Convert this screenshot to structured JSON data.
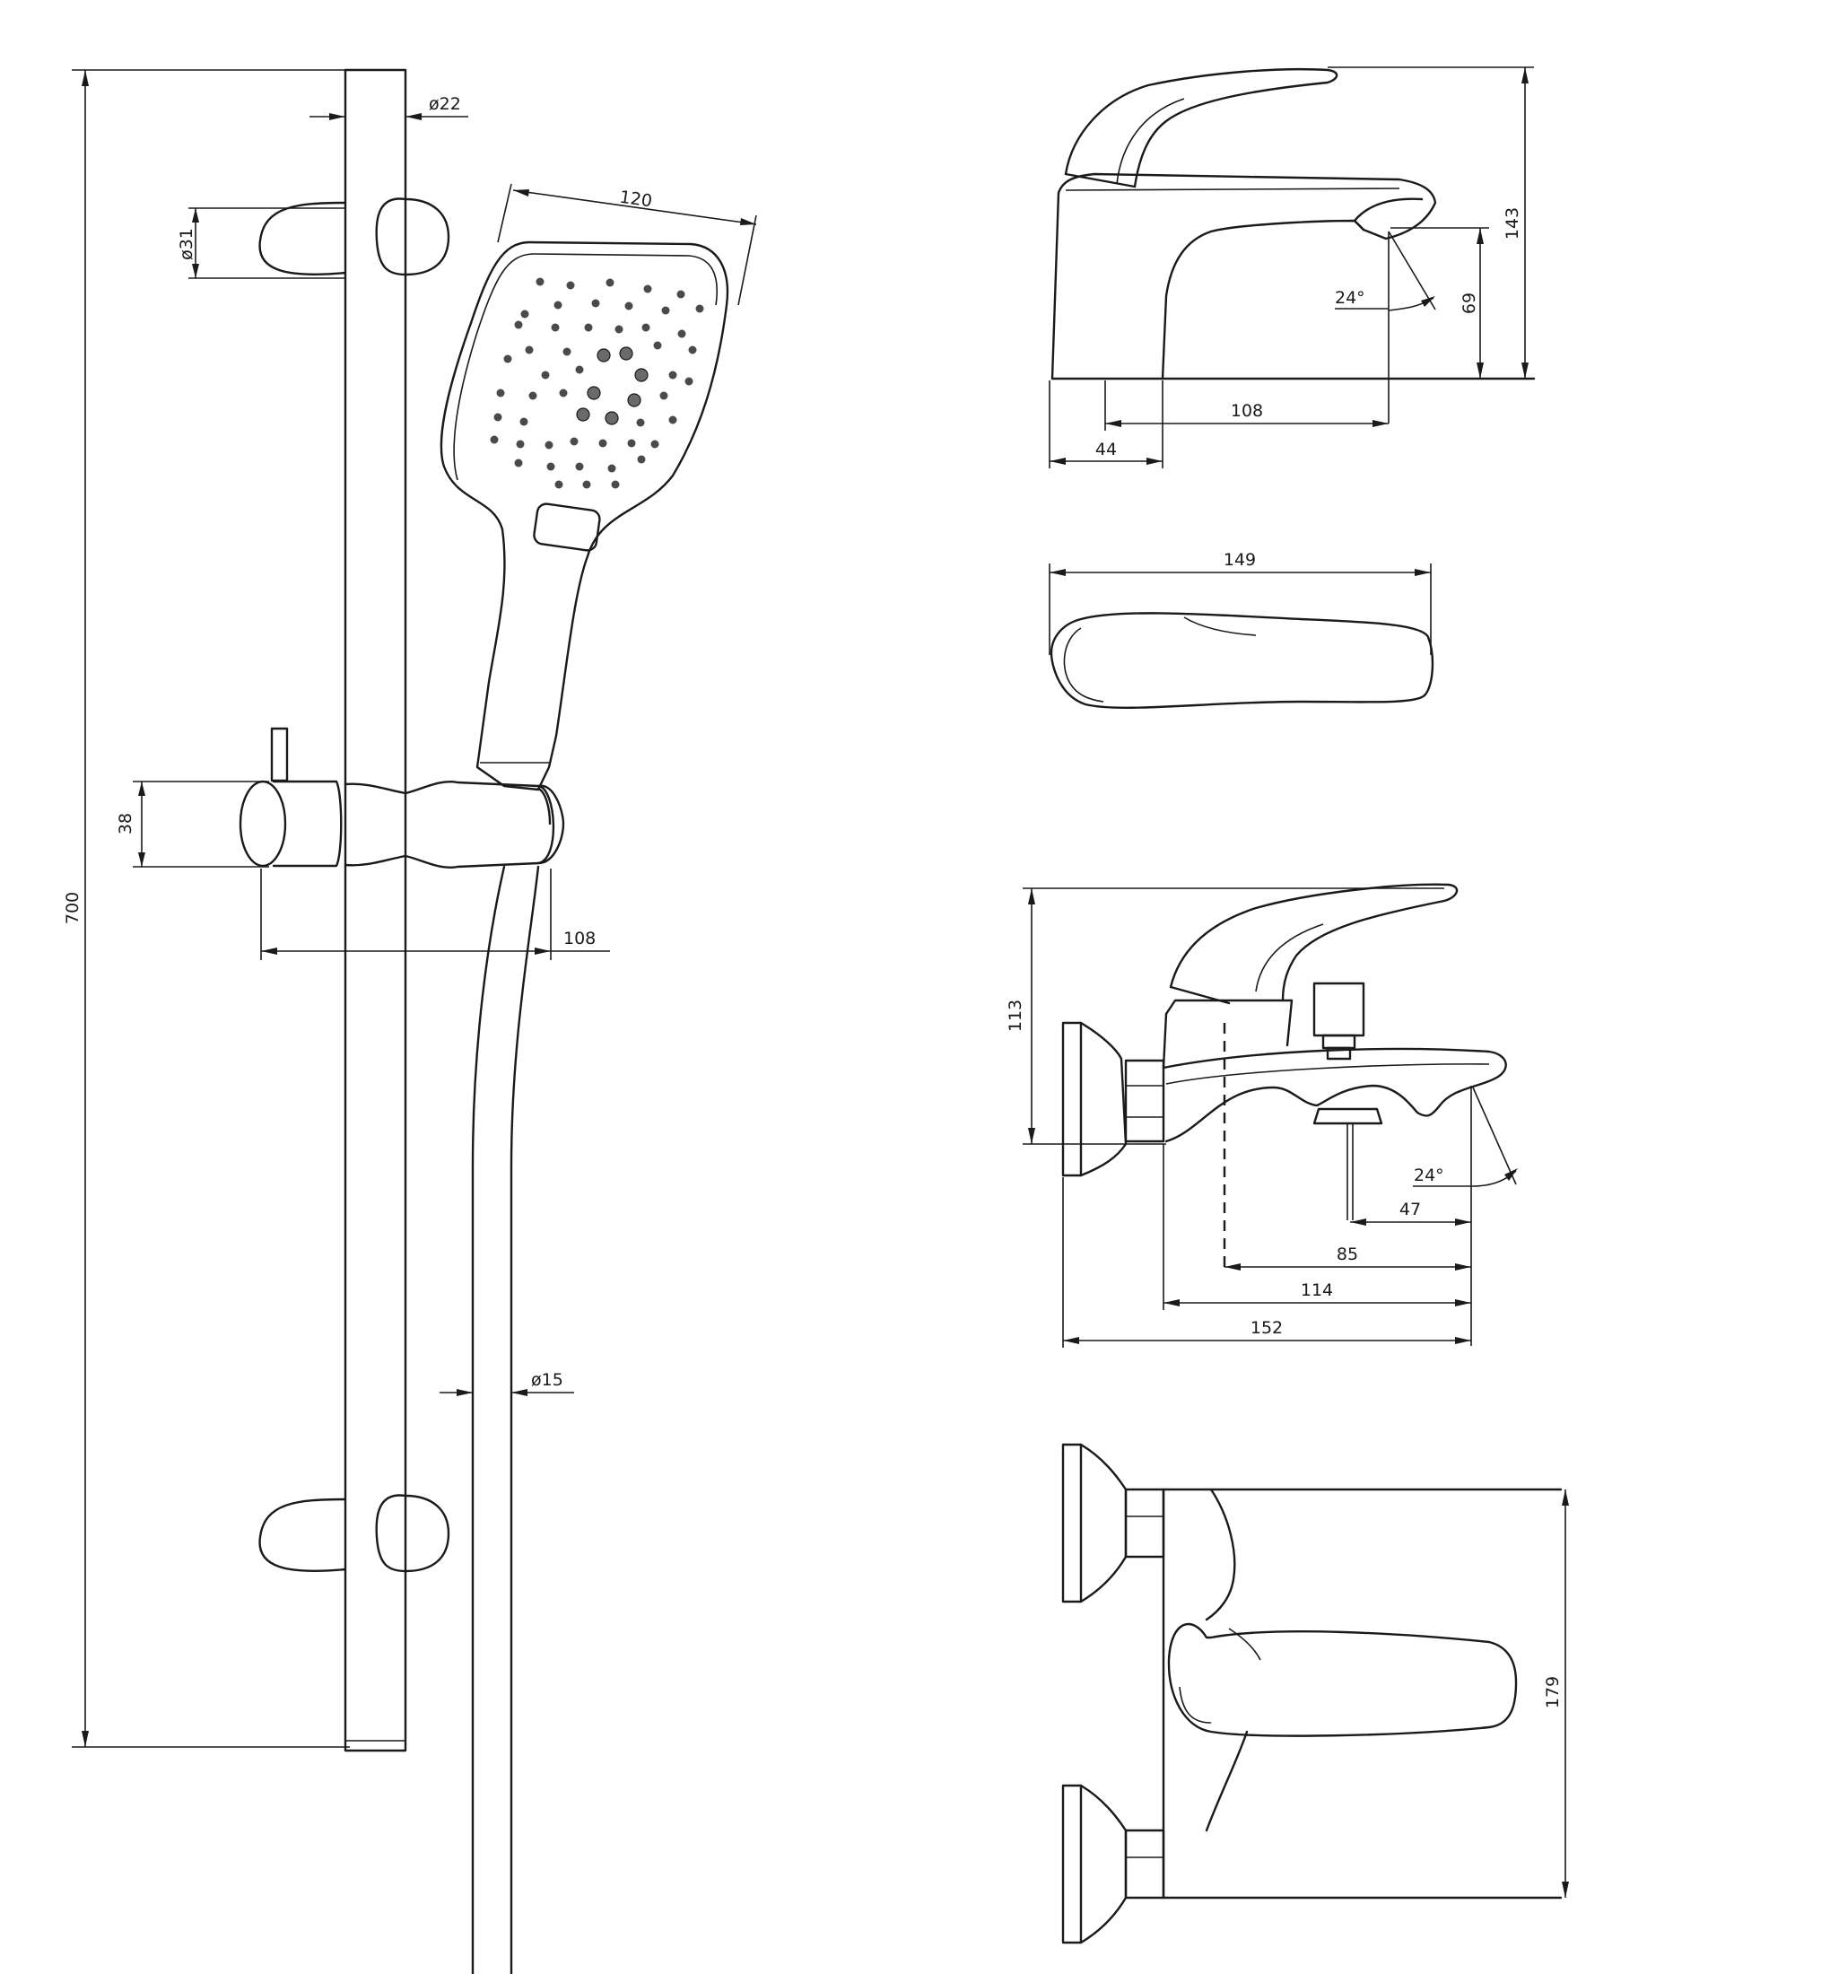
{
  "dimensions": {
    "rail_height": "700",
    "rail_diameter": "ø22",
    "bracket_diameter": "ø31",
    "slider_height": "38",
    "slider_depth": "108",
    "hose_diameter": "ø15",
    "head_width": "120",
    "basin_height": "143",
    "basin_spout_height": "69",
    "basin_spout_angle": "24°",
    "basin_spout_reach": "108",
    "basin_base": "44",
    "basin_handle_length": "149",
    "bath_height": "113",
    "bath_spout_angle": "24°",
    "bath_diverter_offset": "47",
    "bath_axis_offset": "85",
    "bath_body_length": "114",
    "bath_total_length": "152",
    "bath_top_width": "179"
  },
  "colors": {
    "line": "#1a1a1a",
    "background": "#ffffff"
  }
}
